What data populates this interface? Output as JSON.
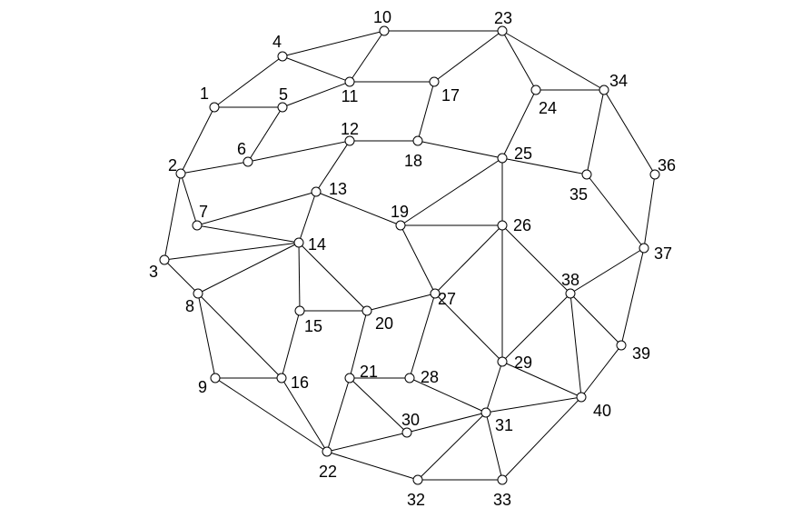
{
  "nodes": [
    {
      "id": "1",
      "label": "1"
    },
    {
      "id": "2",
      "label": "2"
    },
    {
      "id": "3",
      "label": "3"
    },
    {
      "id": "4",
      "label": "4"
    },
    {
      "id": "5",
      "label": "5"
    },
    {
      "id": "6",
      "label": "6"
    },
    {
      "id": "7",
      "label": "7"
    },
    {
      "id": "8",
      "label": "8"
    },
    {
      "id": "9",
      "label": "9"
    },
    {
      "id": "10",
      "label": "10"
    },
    {
      "id": "11",
      "label": "11"
    },
    {
      "id": "12",
      "label": "12"
    },
    {
      "id": "13",
      "label": "13"
    },
    {
      "id": "14",
      "label": "14"
    },
    {
      "id": "15",
      "label": "15"
    },
    {
      "id": "16",
      "label": "16"
    },
    {
      "id": "17",
      "label": "17"
    },
    {
      "id": "18",
      "label": "18"
    },
    {
      "id": "19",
      "label": "19"
    },
    {
      "id": "20",
      "label": "20"
    },
    {
      "id": "21",
      "label": "21"
    },
    {
      "id": "22",
      "label": "22"
    },
    {
      "id": "23",
      "label": "23"
    },
    {
      "id": "24",
      "label": "24"
    },
    {
      "id": "25",
      "label": "25"
    },
    {
      "id": "26",
      "label": "26"
    },
    {
      "id": "27",
      "label": "27"
    },
    {
      "id": "28",
      "label": "28"
    },
    {
      "id": "29",
      "label": "29"
    },
    {
      "id": "30",
      "label": "30"
    },
    {
      "id": "31",
      "label": "31"
    },
    {
      "id": "32",
      "label": "32"
    },
    {
      "id": "33",
      "label": "33"
    },
    {
      "id": "34",
      "label": "34"
    },
    {
      "id": "35",
      "label": "35"
    },
    {
      "id": "36",
      "label": "36"
    },
    {
      "id": "37",
      "label": "37"
    },
    {
      "id": "38",
      "label": "38"
    },
    {
      "id": "39",
      "label": "39"
    },
    {
      "id": "40",
      "label": "40"
    }
  ],
  "edges": [
    [
      "1",
      "2"
    ],
    [
      "1",
      "4"
    ],
    [
      "1",
      "5"
    ],
    [
      "2",
      "3"
    ],
    [
      "2",
      "6"
    ],
    [
      "2",
      "7"
    ],
    [
      "3",
      "8"
    ],
    [
      "3",
      "14"
    ],
    [
      "4",
      "10"
    ],
    [
      "4",
      "11"
    ],
    [
      "5",
      "6"
    ],
    [
      "5",
      "11"
    ],
    [
      "6",
      "12"
    ],
    [
      "7",
      "13"
    ],
    [
      "7",
      "14"
    ],
    [
      "8",
      "9"
    ],
    [
      "8",
      "14"
    ],
    [
      "8",
      "16"
    ],
    [
      "9",
      "16"
    ],
    [
      "9",
      "22"
    ],
    [
      "10",
      "11"
    ],
    [
      "10",
      "23"
    ],
    [
      "11",
      "17"
    ],
    [
      "12",
      "13"
    ],
    [
      "12",
      "18"
    ],
    [
      "13",
      "14"
    ],
    [
      "13",
      "19"
    ],
    [
      "14",
      "15"
    ],
    [
      "14",
      "20"
    ],
    [
      "15",
      "16"
    ],
    [
      "15",
      "20"
    ],
    [
      "16",
      "22"
    ],
    [
      "17",
      "18"
    ],
    [
      "17",
      "23"
    ],
    [
      "18",
      "25"
    ],
    [
      "19",
      "25"
    ],
    [
      "19",
      "26"
    ],
    [
      "19",
      "27"
    ],
    [
      "20",
      "21"
    ],
    [
      "20",
      "27"
    ],
    [
      "21",
      "22"
    ],
    [
      "21",
      "28"
    ],
    [
      "21",
      "30"
    ],
    [
      "22",
      "30"
    ],
    [
      "22",
      "32"
    ],
    [
      "23",
      "24"
    ],
    [
      "23",
      "34"
    ],
    [
      "24",
      "25"
    ],
    [
      "24",
      "34"
    ],
    [
      "25",
      "26"
    ],
    [
      "25",
      "35"
    ],
    [
      "26",
      "27"
    ],
    [
      "26",
      "29"
    ],
    [
      "26",
      "38"
    ],
    [
      "27",
      "28"
    ],
    [
      "27",
      "29"
    ],
    [
      "28",
      "31"
    ],
    [
      "29",
      "31"
    ],
    [
      "29",
      "38"
    ],
    [
      "29",
      "40"
    ],
    [
      "30",
      "31"
    ],
    [
      "31",
      "32"
    ],
    [
      "31",
      "33"
    ],
    [
      "31",
      "40"
    ],
    [
      "32",
      "33"
    ],
    [
      "33",
      "40"
    ],
    [
      "34",
      "35"
    ],
    [
      "34",
      "36"
    ],
    [
      "35",
      "37"
    ],
    [
      "36",
      "37"
    ],
    [
      "37",
      "38"
    ],
    [
      "37",
      "39"
    ],
    [
      "38",
      "39"
    ],
    [
      "38",
      "40"
    ],
    [
      "39",
      "40"
    ]
  ]
}
